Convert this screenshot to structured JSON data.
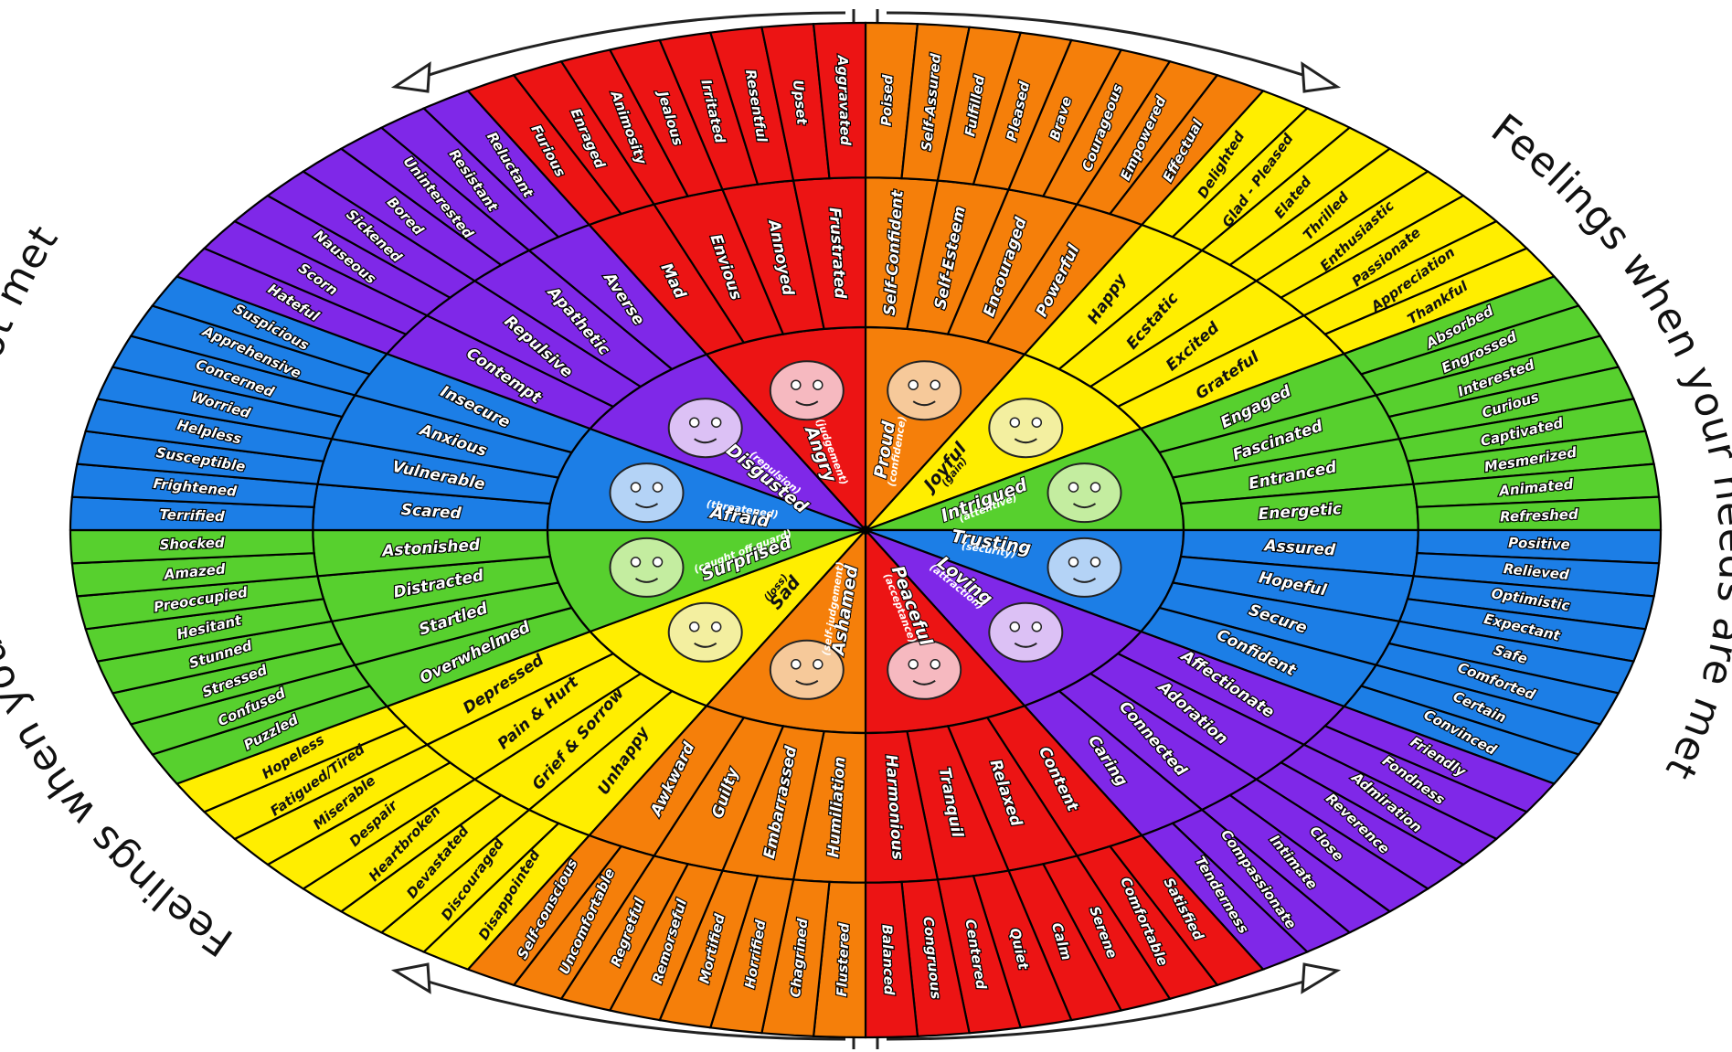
{
  "side_titles": {
    "left": "Feelings when your needs are not met",
    "right": "Feelings when your needs are met"
  },
  "colors": {
    "orange": "#f57f0a",
    "yellow": "#ffee00",
    "green": "#57d02e",
    "blue": "#1c7ee6",
    "purple": "#7f28e8",
    "red": "#ec1414",
    "line": "#000000"
  },
  "sectors": [
    {
      "core": "Proud",
      "sub": "(confidence)",
      "color": "orange",
      "face": "#f6c99a",
      "middle": [
        "Self-Confident",
        "Self-Esteem",
        "Encouraged",
        "Powerful"
      ],
      "outer": [
        "Poised",
        "Self-Assured",
        "Fulfilled",
        "Pleased",
        "Brave",
        "Courageous",
        "Empowered",
        "Effectual"
      ]
    },
    {
      "core": "Joyful",
      "sub": "(gain)",
      "color": "yellow",
      "face": "#f3efa0",
      "middle": [
        "Happy",
        "Ecstatic",
        "Excited",
        "Grateful"
      ],
      "outer": [
        "Delighted",
        "Glad - Pleased",
        "Elated",
        "Thrilled",
        "Enthusiastic",
        "Passionate",
        "Appreciation",
        "Thankful"
      ]
    },
    {
      "core": "Intrigued",
      "sub": "(attentive)",
      "color": "green",
      "face": "#c4eda0",
      "middle": [
        "Engaged",
        "Fascinated",
        "Entranced",
        "Energetic"
      ],
      "outer": [
        "Absorbed",
        "Engrossed",
        "Interested",
        "Curious",
        "Captivated",
        "Mesmerized",
        "Animated",
        "Refreshed"
      ]
    },
    {
      "core": "Trusting",
      "sub": "(security)",
      "color": "blue",
      "face": "#b4d3f6",
      "middle": [
        "Assured",
        "Hopeful",
        "Secure",
        "Confident"
      ],
      "outer": [
        "Positive",
        "Relieved",
        "Optimistic",
        "Expectant",
        "Safe",
        "Comforted",
        "Certain",
        "Convinced"
      ]
    },
    {
      "core": "Loving",
      "sub": "(attraction)",
      "color": "purple",
      "face": "#dcc1f5",
      "middle": [
        "Affectionate",
        "Adoration",
        "Connected",
        "Caring"
      ],
      "outer": [
        "Friendly",
        "Fondness",
        "Admiration",
        "Reverence",
        "Close",
        "Intimate",
        "Compassionate",
        "Tenderness"
      ]
    },
    {
      "core": "Peaceful",
      "sub": "(acceptance)",
      "color": "red",
      "face": "#f6b9c0",
      "middle": [
        "Content",
        "Relaxed",
        "Tranquil",
        "Harmonious"
      ],
      "outer": [
        "Satisfied",
        "Comfortable",
        "Serene",
        "Calm",
        "Quiet",
        "Centered",
        "Congruous",
        "Balanced"
      ]
    },
    {
      "core": "Ashamed",
      "sub": "(self-judgement)",
      "color": "orange",
      "face": "#f6c99a",
      "middle": [
        "Humiliation",
        "Embarrassed",
        "Guilty",
        "Awkward"
      ],
      "outer": [
        "Flustered",
        "Chagrined",
        "Horrified",
        "Mortified",
        "Remorseful",
        "Regretful",
        "Uncomfortable",
        "Self-conscious"
      ]
    },
    {
      "core": "Sad",
      "sub": "(loss)",
      "color": "yellow",
      "face": "#f3efa0",
      "middle": [
        "Unhappy",
        "Grief & Sorrow",
        "Pain & Hurt",
        "Depressed"
      ],
      "outer": [
        "Disappointed",
        "Discouraged",
        "Devastated",
        "Heartbroken",
        "Despair",
        "Miserable",
        "Fatigued/Tired",
        "Hopeless"
      ]
    },
    {
      "core": "Surprised",
      "sub": "(caught off guard)",
      "color": "green",
      "face": "#c4eda0",
      "middle": [
        "Overwhelmed",
        "Startled",
        "Distracted",
        "Astonished"
      ],
      "outer": [
        "Puzzled",
        "Confused",
        "Stressed",
        "Stunned",
        "Hesitant",
        "Preoccupied",
        "Amazed",
        "Shocked"
      ]
    },
    {
      "core": "Afraid",
      "sub": "(threatened)",
      "color": "blue",
      "face": "#b4d3f6",
      "middle": [
        "Scared",
        "Vulnerable",
        "Anxious",
        "Insecure"
      ],
      "outer": [
        "Terrified",
        "Frightened",
        "Susceptible",
        "Helpless",
        "Worried",
        "Concerned",
        "Apprehensive",
        "Suspicious"
      ]
    },
    {
      "core": "Disgusted",
      "sub": "(repulsion)",
      "color": "purple",
      "face": "#dcc1f5",
      "middle": [
        "Contempt",
        "Repulsive",
        "Apathetic",
        "Averse"
      ],
      "outer": [
        "Hateful",
        "Scorn",
        "Nauseous",
        "Sickened",
        "Bored",
        "Uninterested",
        "Resistant",
        "Reluctant"
      ]
    },
    {
      "core": "Angry",
      "sub": "(judgement)",
      "color": "red",
      "face": "#f6b9c0",
      "middle": [
        "Mad",
        "Envious",
        "Annoyed",
        "Frustrated"
      ],
      "outer": [
        "Furious",
        "Enraged",
        "Animosity",
        "Jealous",
        "Irritated",
        "Resentful",
        "Upset",
        "Aggravated"
      ]
    }
  ]
}
